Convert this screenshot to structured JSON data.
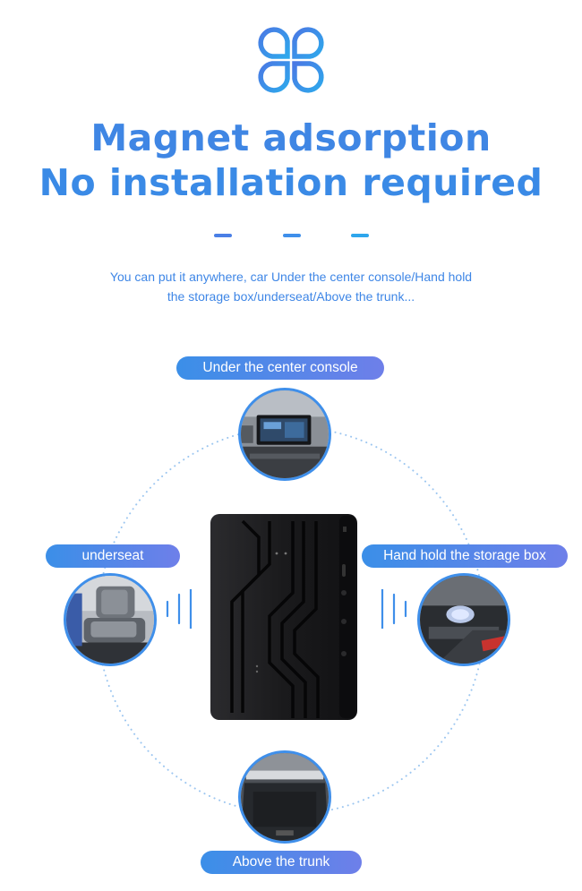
{
  "headline": {
    "line1": "Magnet adsorption",
    "line2": "No installation required"
  },
  "description": {
    "line1": "You can put it anywhere, car Under the center console/Hand hold",
    "line2": "the storage box/underseat/Above the trunk..."
  },
  "locations": {
    "center_console": "Under the center console",
    "underseat": "underseat",
    "storage_box": "Hand hold the storage box",
    "trunk": "Above the trunk"
  },
  "icons": {
    "logo": "four-petal-clover-icon",
    "signal": "wireless-signal-icon"
  },
  "colors": {
    "primary_blue": "#3f86e4",
    "pill_start": "#3b8fe8",
    "pill_end": "#6e7fe9",
    "dash_1": "#4a7fe6",
    "dash_2": "#3f8fea",
    "dash_3": "#2ea6ec",
    "device": "#1b1b1d"
  }
}
